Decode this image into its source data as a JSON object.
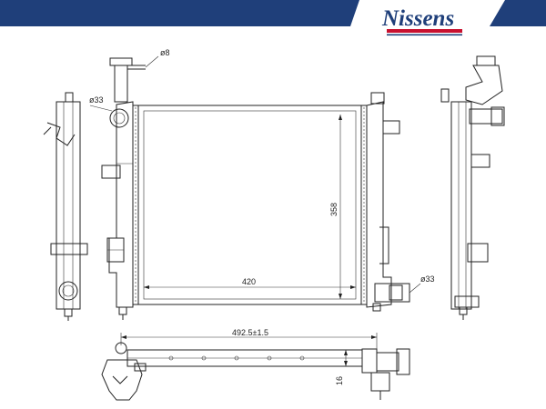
{
  "brand": {
    "name": "Nissens",
    "colors": {
      "navy": "#1f3f7a",
      "red": "#c8102e",
      "line": "#222222"
    }
  },
  "dimensions": {
    "pipe_small": "ø8",
    "inlet": "ø33",
    "outlet": "ø33",
    "core_width": "420",
    "core_height": "358",
    "overall_length": "492.5±1.5",
    "depth": "16"
  }
}
